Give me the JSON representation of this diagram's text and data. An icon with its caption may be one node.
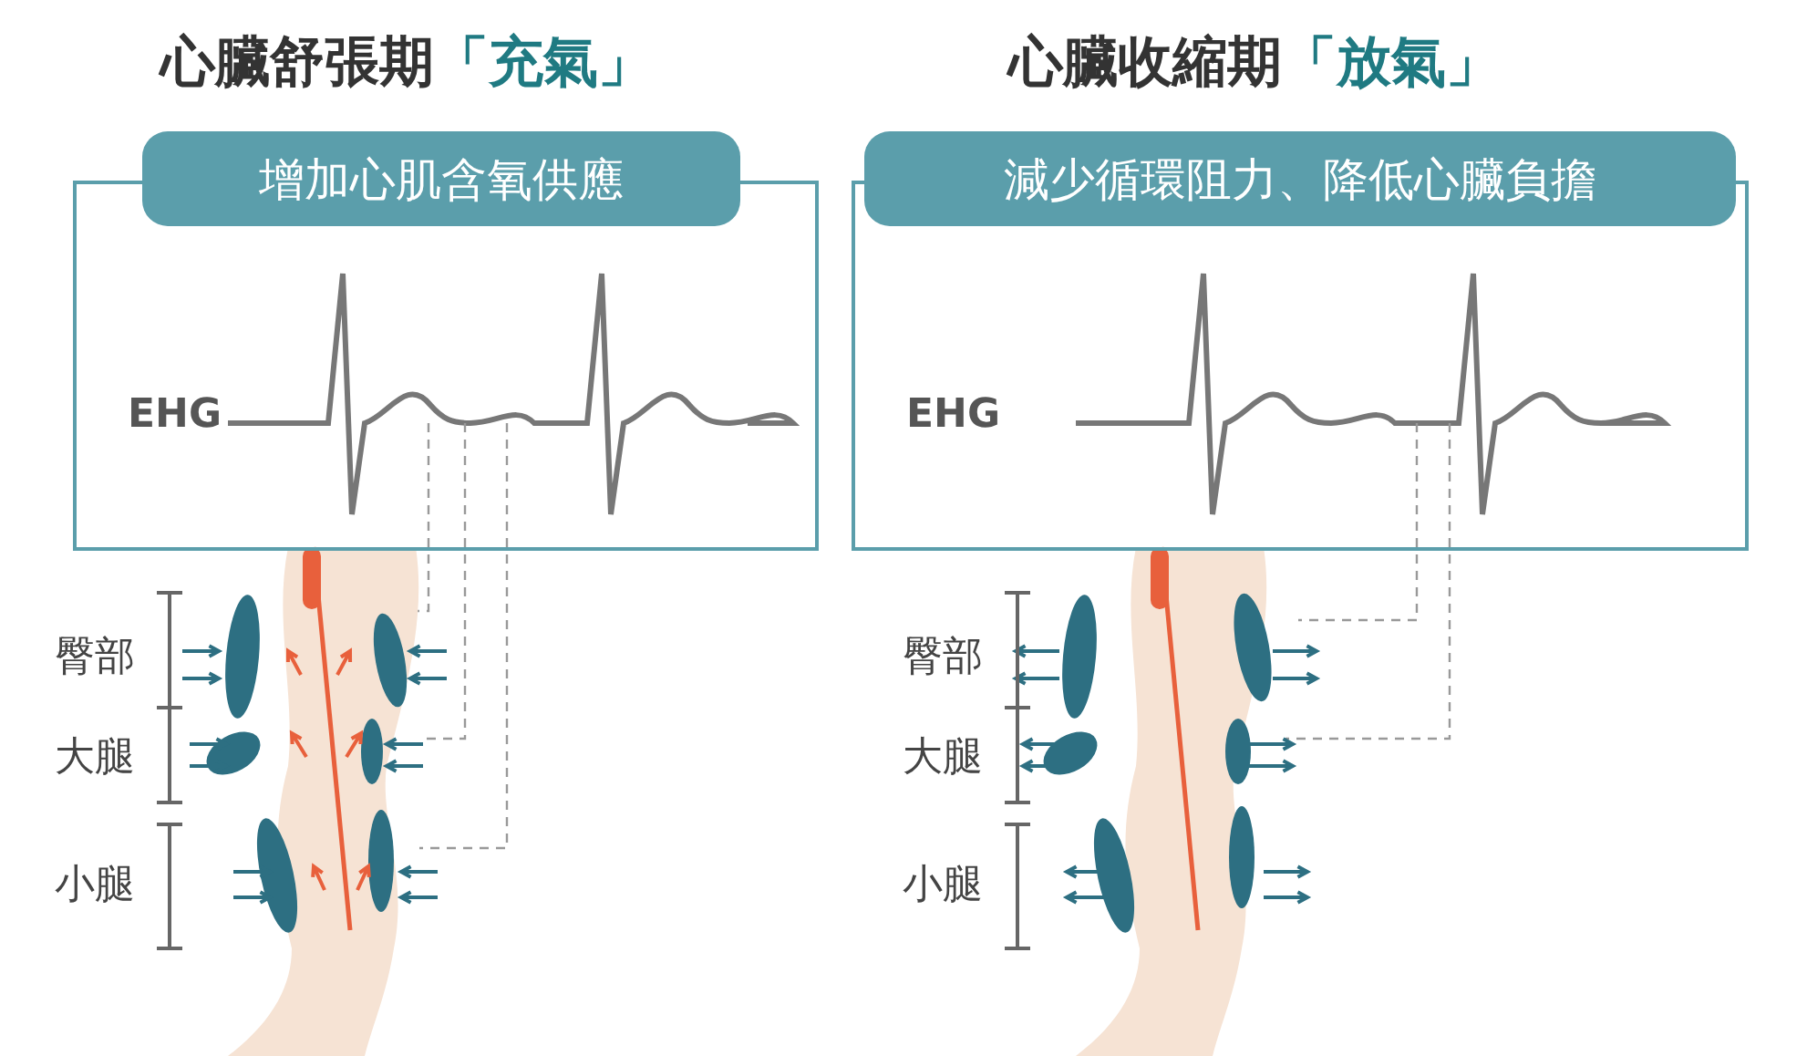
{
  "diagram": {
    "nodes": [
      {
        "text": [
          "增加心肌含氧供應"
        ]
      },
      {
        "text": [
          "EHG"
        ]
      },
      {
        "text": [
          "減少循環阻力、降低心臟負擔"
        ]
      },
      {
        "text": [
          "EHG"
        ]
      }
    ],
    "labels": [
      "心臟舒張期**「充氣」**",
      "臀部",
      "大腿",
      "小腿",
      "心臟收縮期**「放氣」**",
      "臀部",
      "大腿",
      "小腿"
    ]
  }
}
